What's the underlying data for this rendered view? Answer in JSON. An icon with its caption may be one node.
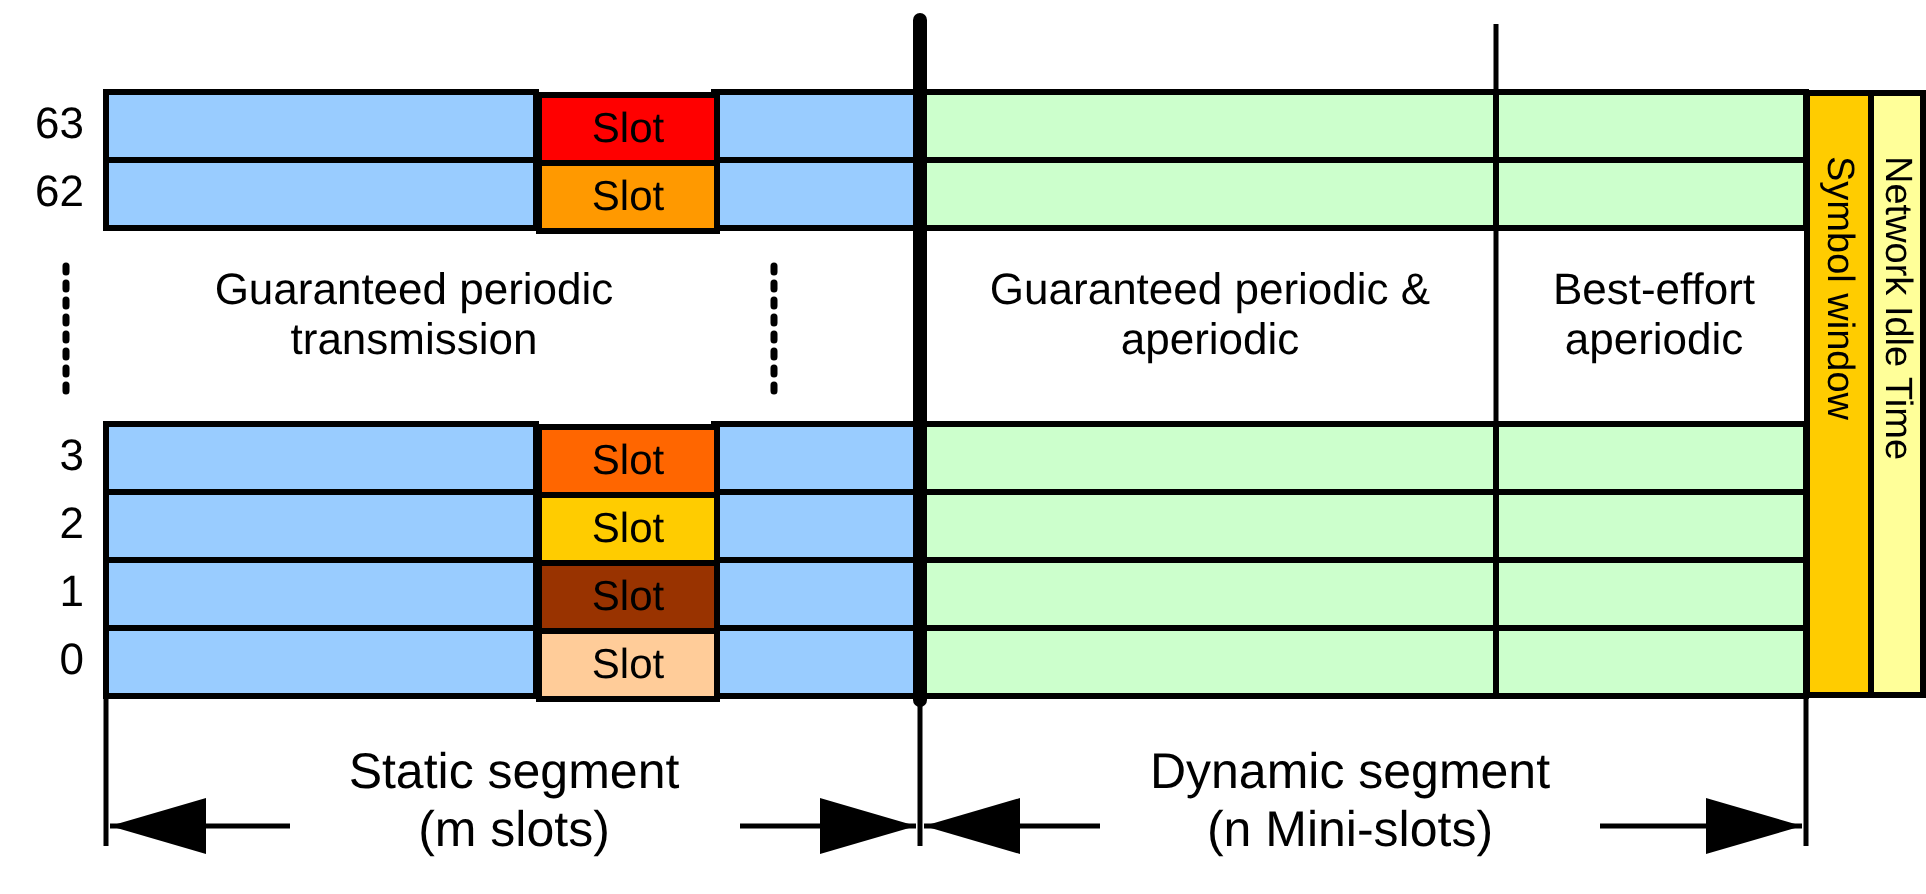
{
  "diagram": {
    "nodes": [
      {
        "text": [
          "Slot"
        ]
      },
      {
        "text": [
          "Slot"
        ]
      },
      {
        "text": [
          "Slot"
        ]
      },
      {
        "text": [
          "Slot"
        ]
      },
      {
        "text": [
          "Slot"
        ]
      },
      {
        "text": [
          "Slot"
        ]
      },
      {
        "text": [
          "Symbol window"
        ]
      },
      {
        "text": [
          "Network Idle Time"
        ]
      }
    ],
    "labels": [
      "63",
      "62",
      "Guaranteed periodic transmission",
      "Guaranteed periodic & aperiodic",
      "Best-effort aperiodic",
      "3",
      "2",
      "1",
      "0",
      "Static segment (m slots)",
      "Dynamic segment (n Mini-slots)"
    ]
  }
}
